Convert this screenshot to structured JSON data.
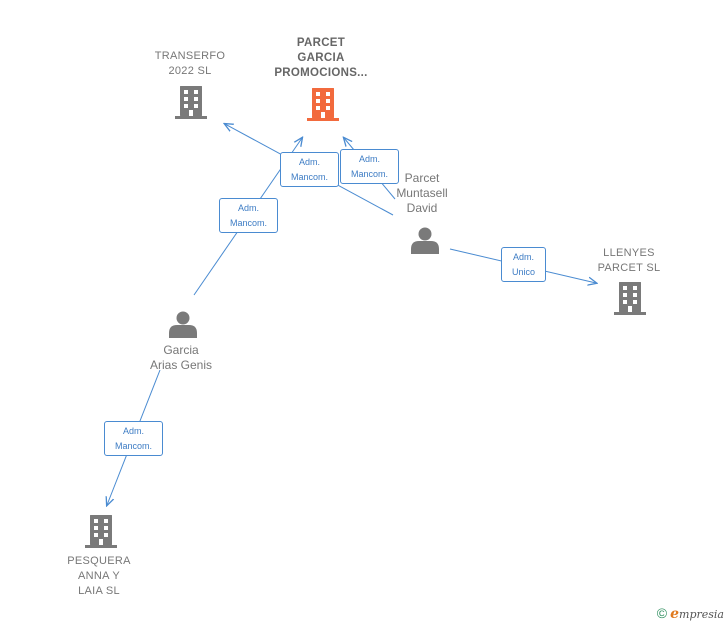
{
  "nodes": {
    "parcet_garcia": {
      "lines": [
        "PARCET",
        "GARCIA",
        "PROMOCIONS..."
      ]
    },
    "transerfo": {
      "lines": [
        "TRANSERFO",
        "2022  SL"
      ]
    },
    "llenyes": {
      "lines": [
        "LLENYES",
        "PARCET  SL"
      ]
    },
    "pesquera": {
      "lines": [
        "PESQUERA",
        "ANNA Y",
        "LAIA  SL"
      ]
    },
    "parcet_david": {
      "lines": [
        "Parcet",
        "Muntasell",
        "David"
      ]
    },
    "garcia_genis": {
      "lines": [
        "Garcia",
        "Arias Genis"
      ]
    }
  },
  "edges": {
    "e1": {
      "lines": [
        "Adm.",
        "Mancom."
      ]
    },
    "e2": {
      "lines": [
        "Adm.",
        "Mancom."
      ]
    },
    "e3": {
      "lines": [
        "Adm.",
        "Mancom."
      ]
    },
    "e4": {
      "lines": [
        "Adm.",
        "Unico"
      ]
    },
    "e5": {
      "lines": [
        "Adm.",
        "Mancom."
      ]
    }
  },
  "colors": {
    "main_company": "#f26a3d",
    "company": "#7a7a7a",
    "person": "#7a7a7a",
    "edge": "#4a8bd1"
  },
  "credit": {
    "copyright": "©",
    "brand_initial": "e",
    "brand_rest": "mpresia"
  }
}
